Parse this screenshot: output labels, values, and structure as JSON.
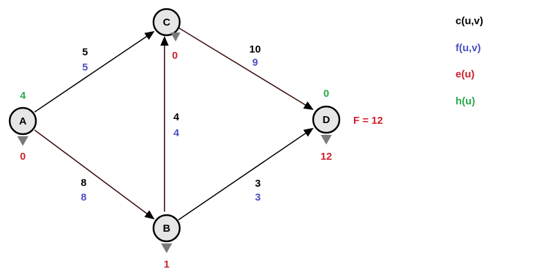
{
  "colors": {
    "capacity": "#000000",
    "flow": "#4a4fc4",
    "excess": "#d0202e",
    "height": "#2aa84a",
    "edge_dark": "#2a0a0a",
    "edge_light": "#3c0c0c",
    "node_fill": "#e6e6e6",
    "marker": "#7a7a7a"
  },
  "nodes": [
    {
      "id": "A",
      "label": "A",
      "excess": "0",
      "height": "4"
    },
    {
      "id": "B",
      "label": "B",
      "excess": "1",
      "height": ""
    },
    {
      "id": "C",
      "label": "C",
      "excess": "0",
      "height": ""
    },
    {
      "id": "D",
      "label": "D",
      "excess": "12",
      "height": "0"
    }
  ],
  "edges": [
    {
      "from": "A",
      "to": "C",
      "capacity": "5",
      "flow": "5"
    },
    {
      "from": "A",
      "to": "B",
      "capacity": "8",
      "flow": "8"
    },
    {
      "from": "B",
      "to": "C",
      "capacity": "4",
      "flow": "4"
    },
    {
      "from": "C",
      "to": "D",
      "capacity": "10",
      "flow": "9"
    },
    {
      "from": "B",
      "to": "D",
      "capacity": "3",
      "flow": "3"
    }
  ],
  "total_flow": "F = 12",
  "legend": [
    {
      "text": "c(u,v)",
      "color": "#000000"
    },
    {
      "text": "f(u,v)",
      "color": "#4a4fc4"
    },
    {
      "text": "e(u)",
      "color": "#d0202e"
    },
    {
      "text": "h(u)",
      "color": "#2aa84a"
    }
  ]
}
